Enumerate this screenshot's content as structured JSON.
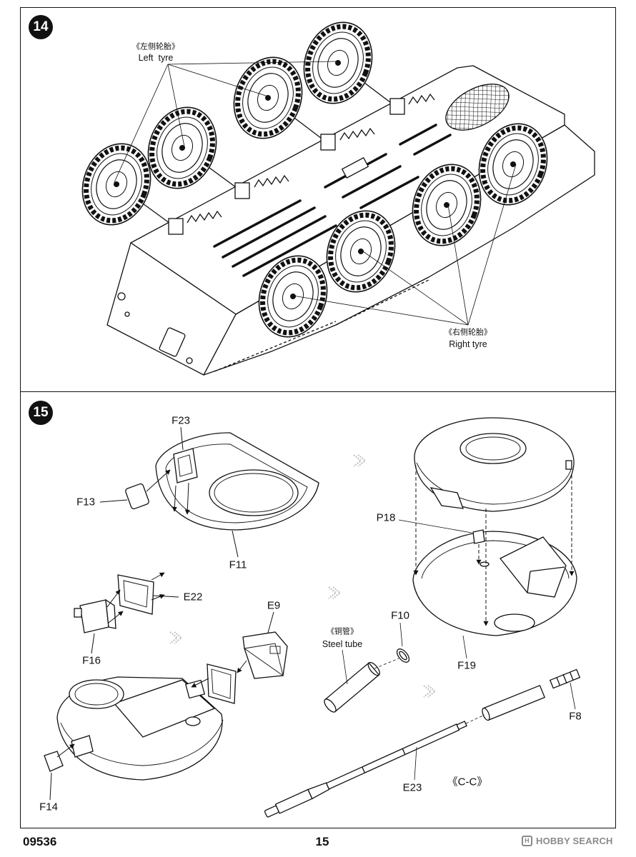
{
  "page": {
    "product_code": "09536",
    "page_number": "15"
  },
  "step14": {
    "number": "14",
    "left_tyre_cn": "《左侧轮胎》",
    "left_tyre_en": "Left  tyre",
    "right_tyre_cn": "《右侧轮胎》",
    "right_tyre_en": "Right tyre"
  },
  "step15": {
    "number": "15",
    "parts": {
      "f23": "F23",
      "f13": "F13",
      "f11": "F11",
      "p18": "P18",
      "e22": "E22",
      "e9": "E9",
      "f10": "F10",
      "f16": "F16",
      "f19": "F19",
      "f8": "F8",
      "e23": "E23",
      "f14": "F14"
    },
    "steel_tube_cn": "《铜管》",
    "steel_tube_en": "Steel tube",
    "section_label": "《C-C》"
  },
  "watermark": {
    "text": "HOBBY SEARCH"
  },
  "colors": {
    "ink": "#111111",
    "flow_arrow": "#c4c4c4",
    "watermark": "#8a8a8a"
  }
}
